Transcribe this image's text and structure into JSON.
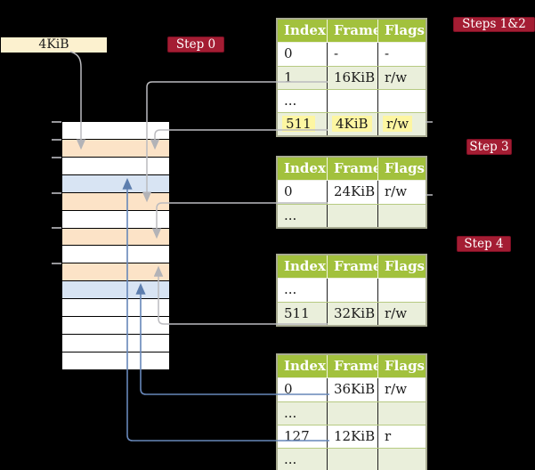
{
  "label_4kib": {
    "text": "4KiB"
  },
  "badges": {
    "step0": "Step 0",
    "steps12": "Steps 1&2",
    "step3": "Step 3",
    "step4": "Step 4"
  },
  "colors": {
    "badge_bg": "#a41d33",
    "header_green": "#a2c13d",
    "row_green": "#eaefdb",
    "highlight_yellow": "#fdf6a2",
    "orange": "#fce3c7",
    "blue": "#d8e4f3",
    "label_cream": "#fcf1cf",
    "gray_line": "#bbbbbf",
    "blue_line": "#6787b9"
  },
  "tables": [
    {
      "name": "page-table-steps-1-2",
      "headers": [
        "Index",
        "Frame",
        "Flags"
      ],
      "rows": [
        {
          "cells": [
            "0",
            "-",
            "-"
          ],
          "shade": false,
          "highlight": false
        },
        {
          "cells": [
            "1",
            "16KiB",
            "r/w"
          ],
          "shade": true,
          "highlight": false
        },
        {
          "cells": [
            "...",
            "",
            ""
          ],
          "shade": false,
          "highlight": false
        },
        {
          "cells": [
            "511",
            "4KiB",
            "r/w"
          ],
          "shade": true,
          "highlight": true
        }
      ]
    },
    {
      "name": "page-table-step-3",
      "headers": [
        "Index",
        "Frame",
        "Flags"
      ],
      "rows": [
        {
          "cells": [
            "0",
            "24KiB",
            "r/w"
          ],
          "shade": false,
          "highlight": false
        },
        {
          "cells": [
            "...",
            "",
            ""
          ],
          "shade": true,
          "highlight": false
        }
      ]
    },
    {
      "name": "page-table-step-4-upper",
      "headers": [
        "Index",
        "Frame",
        "Flags"
      ],
      "rows": [
        {
          "cells": [
            "...",
            "",
            ""
          ],
          "shade": false,
          "highlight": false
        },
        {
          "cells": [
            "511",
            "32KiB",
            "r/w"
          ],
          "shade": true,
          "highlight": false
        }
      ]
    },
    {
      "name": "page-table-leaf",
      "headers": [
        "Index",
        "Frame",
        "Flags"
      ],
      "rows": [
        {
          "cells": [
            "0",
            "36KiB",
            "r/w"
          ],
          "shade": false,
          "highlight": false
        },
        {
          "cells": [
            "...",
            "",
            ""
          ],
          "shade": true,
          "highlight": false
        },
        {
          "cells": [
            "127",
            "12KiB",
            "r"
          ],
          "shade": false,
          "highlight": false
        },
        {
          "cells": [
            "...",
            "",
            ""
          ],
          "shade": true,
          "highlight": false
        }
      ]
    }
  ],
  "memory": {
    "rows": [
      "white",
      "orange",
      "white",
      "blue",
      "orange",
      "white",
      "orange",
      "white",
      "orange",
      "blue",
      "white",
      "white",
      "white",
      "white"
    ],
    "ticks": [
      137,
      157,
      177,
      217,
      256,
      296
    ]
  }
}
